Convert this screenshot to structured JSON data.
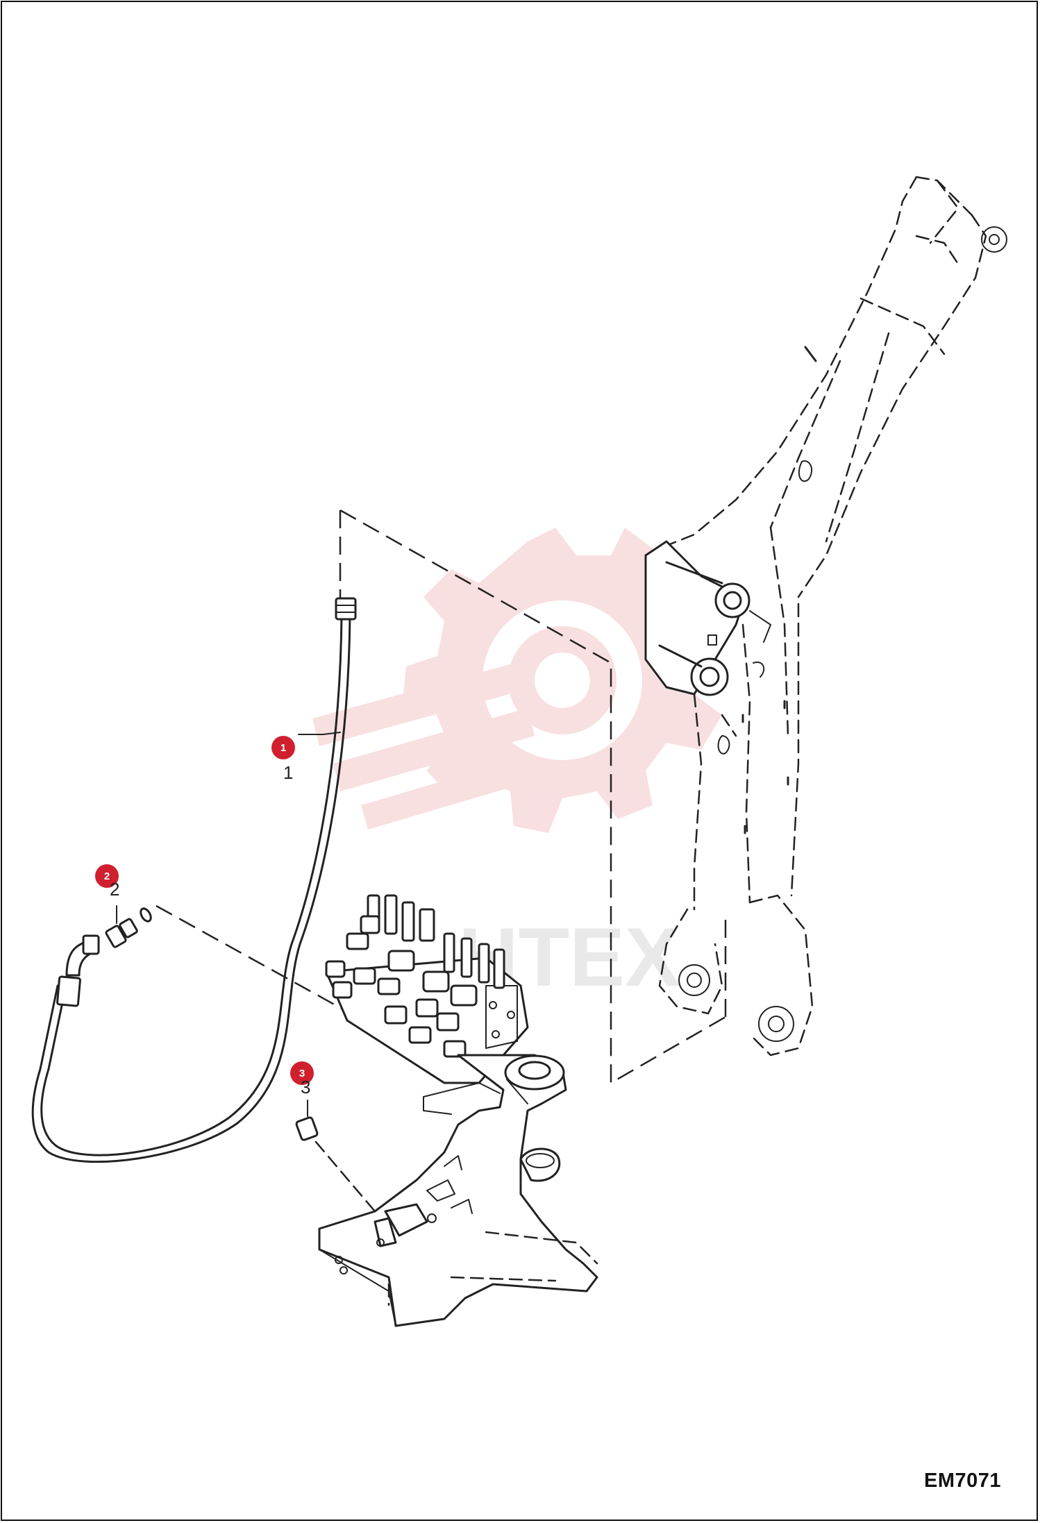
{
  "diagram": {
    "code": "EM7071",
    "accent_color": "#d0202e",
    "callouts": [
      {
        "id": "1",
        "label": "1",
        "leader_text": "1"
      },
      {
        "id": "2",
        "label": "2",
        "leader_text": "2"
      },
      {
        "id": "3",
        "label": "3",
        "leader_text": "3"
      }
    ],
    "watermark": {
      "icon": "gear-wrench-logo-icon",
      "text": "HTEX",
      "color": "#f4c5c8"
    }
  }
}
